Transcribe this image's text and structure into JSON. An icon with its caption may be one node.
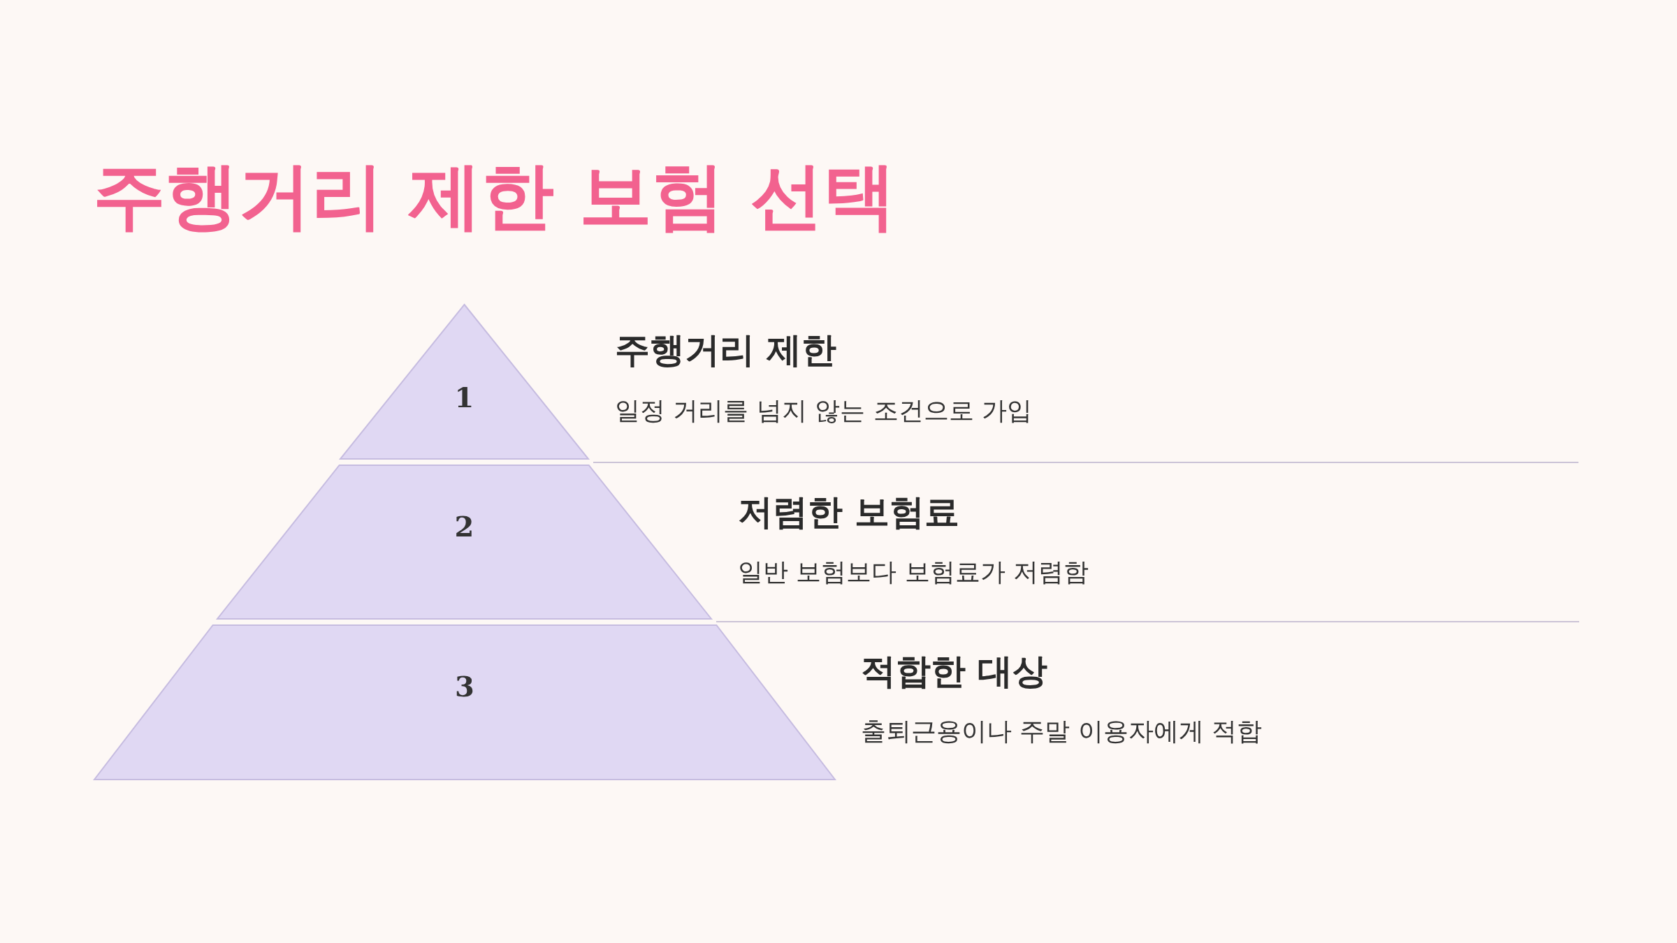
{
  "diagram": {
    "title": "주행거리 제한 보험 선택",
    "nodes": [
      {
        "text": [
          "1"
        ],
        "beside": [
          "주행거리 제한",
          "일정 거리를 넘지 않는 조건으로 가입"
        ]
      },
      {
        "text": [
          "2"
        ],
        "beside": [
          "저렴한 보험료",
          "일반 보험보다 보험료가 저렴함"
        ]
      },
      {
        "text": [
          "3"
        ],
        "beside": [
          "적합한 대상",
          "출퇴근용이나 주말 이용자에게 적합"
        ]
      }
    ],
    "edges": []
  }
}
